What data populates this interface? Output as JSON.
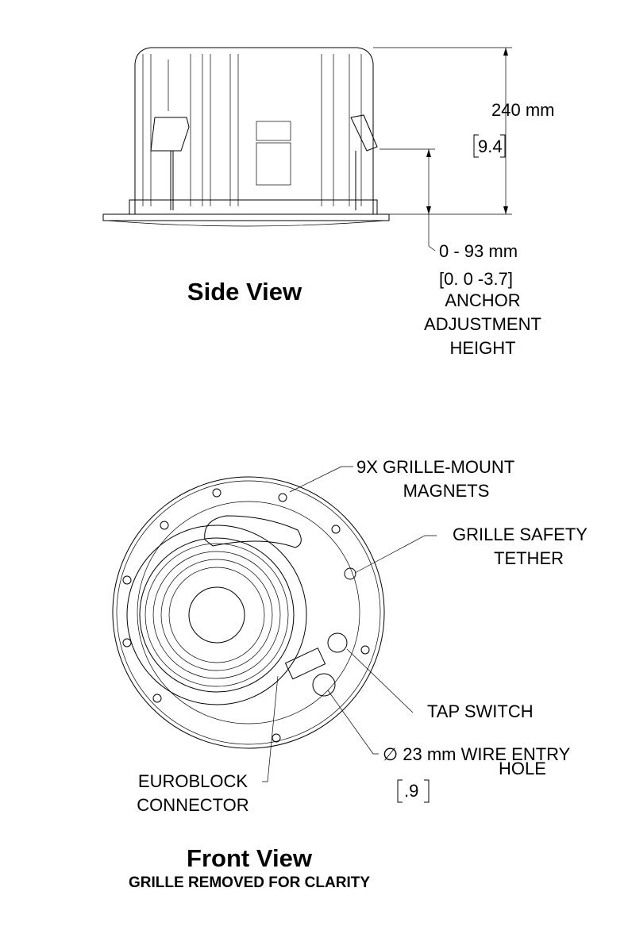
{
  "side_view": {
    "title": "Side View",
    "height_dim": "240 mm",
    "height_dim_in": "9.4",
    "anchor_dim": "0 - 93 mm",
    "anchor_dim_in": "[0. 0 -3.7]",
    "anchor_label": [
      "ANCHOR",
      "ADJUSTMENT",
      "HEIGHT"
    ]
  },
  "front_view": {
    "title": "Front View",
    "subtitle": "GRILLE REMOVED FOR CLARITY",
    "callouts": {
      "magnets": [
        "9X GRILLE-MOUNT",
        "MAGNETS"
      ],
      "tether": [
        "GRILLE SAFETY",
        "TETHER"
      ],
      "tap_switch": "TAP SWITCH",
      "wire_hole": [
        "∅ 23 mm WIRE ENTRY",
        "HOLE"
      ],
      "wire_hole_in": ".9",
      "euroblock": [
        "EUROBLOCK",
        "CONNECTOR"
      ]
    }
  }
}
